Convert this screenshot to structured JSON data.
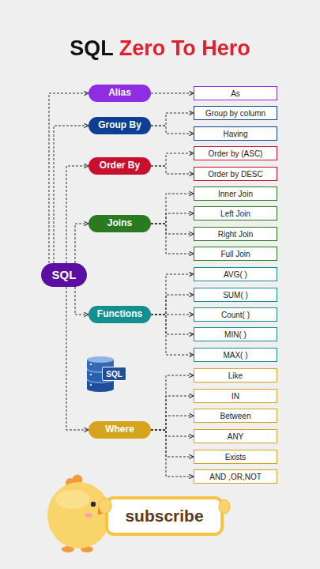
{
  "diagram": {
    "title": "SQL Zero To Hero",
    "nodes": [
      {
        "text": [
          "SQL"
        ]
      },
      {
        "text": [
          "Alias"
        ]
      },
      {
        "text": [
          "As"
        ]
      },
      {
        "text": [
          "Group By"
        ]
      },
      {
        "text": [
          "Group by column"
        ]
      },
      {
        "text": [
          "Having"
        ]
      },
      {
        "text": [
          "Order By"
        ]
      },
      {
        "text": [
          "Order by (ASC)"
        ]
      },
      {
        "text": [
          "Order by DESC"
        ]
      },
      {
        "text": [
          "Joins"
        ]
      },
      {
        "text": [
          "Inner Join"
        ]
      },
      {
        "text": [
          "Left Join"
        ]
      },
      {
        "text": [
          "Right Join"
        ]
      },
      {
        "text": [
          "Full Join"
        ]
      },
      {
        "text": [
          "Functions"
        ]
      },
      {
        "text": [
          "AVG( )"
        ]
      },
      {
        "text": [
          "SUM( )"
        ]
      },
      {
        "text": [
          "Count( )"
        ]
      },
      {
        "text": [
          "MIN( )"
        ]
      },
      {
        "text": [
          "MAX( )"
        ]
      },
      {
        "text": [
          "Where"
        ]
      },
      {
        "text": [
          "Like"
        ]
      },
      {
        "text": [
          "IN"
        ]
      },
      {
        "text": [
          "Between"
        ]
      },
      {
        "text": [
          "ANY"
        ]
      },
      {
        "text": [
          "Exists"
        ]
      },
      {
        "text": [
          "AND ,OR,NOT"
        ]
      },
      {
        "text": [
          "subscribe"
        ]
      }
    ],
    "edges": [
      {
        "from": 0,
        "to": 1,
        "arrow": "to"
      },
      {
        "from": 0,
        "to": 3,
        "arrow": "to"
      },
      {
        "from": 0,
        "to": 6,
        "arrow": "to"
      },
      {
        "from": 0,
        "to": 9,
        "arrow": "to"
      },
      {
        "from": 0,
        "to": 14,
        "arrow": "to"
      },
      {
        "from": 0,
        "to": 20,
        "arrow": "to"
      },
      {
        "from": 1,
        "to": 2,
        "arrow": "to"
      },
      {
        "from": 3,
        "to": 4,
        "arrow": "to"
      },
      {
        "from": 3,
        "to": 5,
        "arrow": "to"
      },
      {
        "from": 6,
        "to": 7,
        "arrow": "to"
      },
      {
        "from": 6,
        "to": 8,
        "arrow": "to"
      },
      {
        "from": 9,
        "to": 10,
        "arrow": "to"
      },
      {
        "from": 9,
        "to": 11,
        "arrow": "to"
      },
      {
        "from": 9,
        "to": 12,
        "arrow": "to"
      },
      {
        "from": 9,
        "to": 13,
        "arrow": "to"
      },
      {
        "from": 14,
        "to": 15,
        "arrow": "to"
      },
      {
        "from": 14,
        "to": 16,
        "arrow": "to"
      },
      {
        "from": 14,
        "to": 17,
        "arrow": "to"
      },
      {
        "from": 14,
        "to": 18,
        "arrow": "to"
      },
      {
        "from": 14,
        "to": 19,
        "arrow": "to"
      },
      {
        "from": 20,
        "to": 21,
        "arrow": "to"
      },
      {
        "from": 20,
        "to": 22,
        "arrow": "to"
      },
      {
        "from": 20,
        "to": 23,
        "arrow": "to"
      },
      {
        "from": 20,
        "to": 24,
        "arrow": "to"
      },
      {
        "from": 20,
        "to": 25,
        "arrow": "to"
      },
      {
        "from": 20,
        "to": 26,
        "arrow": "to"
      }
    ],
    "labels": [
      "SQL"
    ]
  }
}
